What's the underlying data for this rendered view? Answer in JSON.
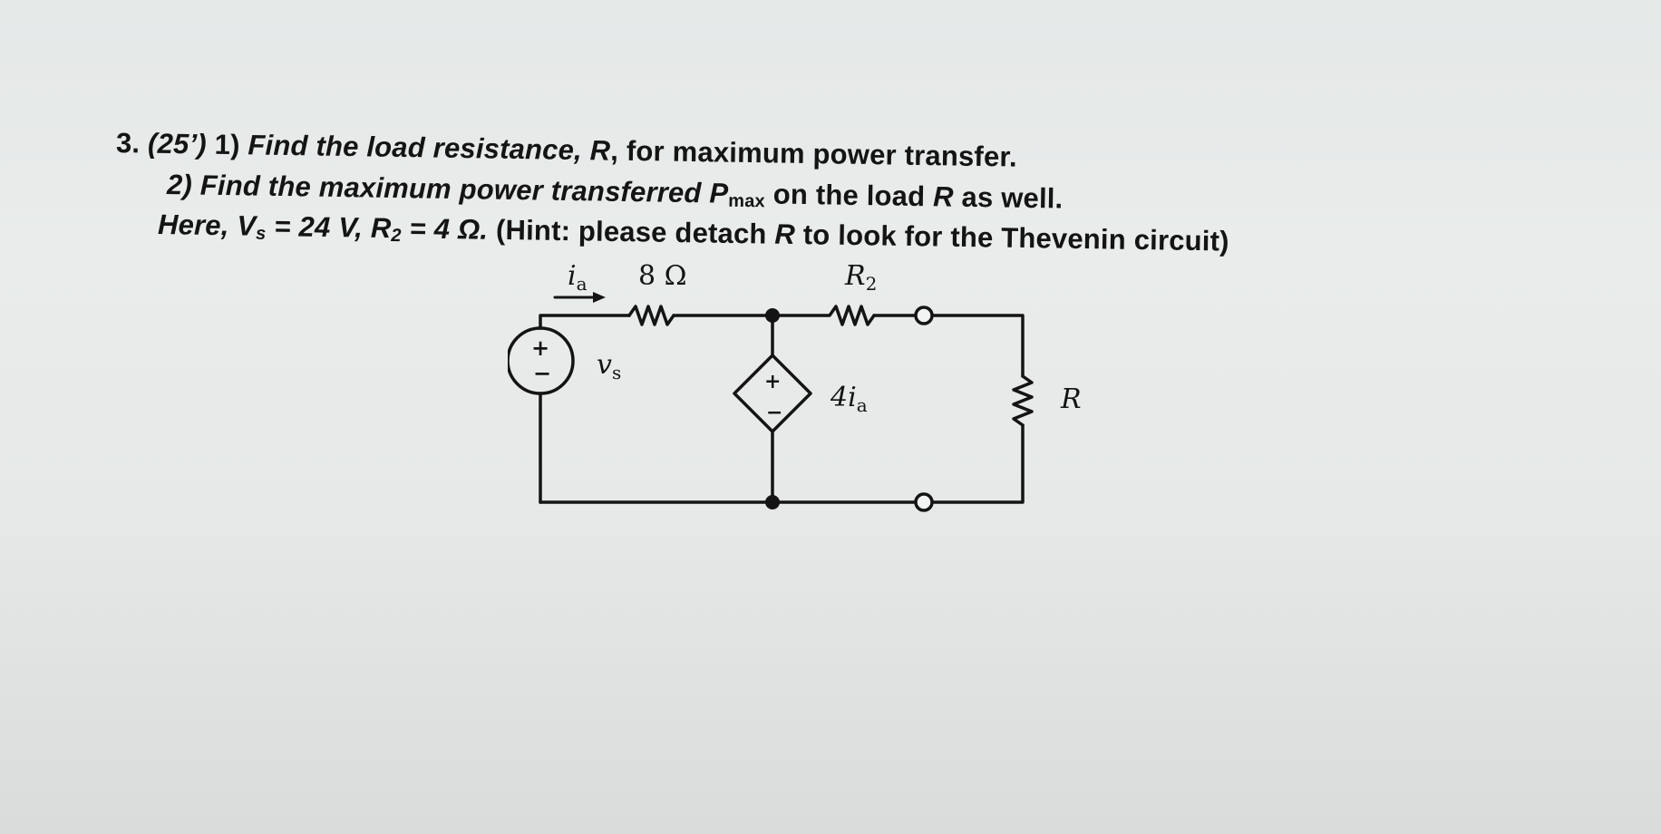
{
  "problem": {
    "number": "3.",
    "points": "(25’)",
    "part1": {
      "label": "1)",
      "text_a": "Find the load resistance,",
      "var": "R",
      "text_b": ", for maximum power transfer."
    },
    "part2": {
      "label": "2)",
      "text_a": "Find the maximum power transferred",
      "var": "P",
      "var_sub": "max",
      "text_b": "on the load",
      "var2": "R",
      "text_c": "as well."
    },
    "given": {
      "lead": "Here,",
      "vs_var": "V",
      "vs_sub": "s",
      "vs_value": "= 24 V,",
      "r2_var": "R",
      "r2_sub": "2",
      "r2_value": "= 4 Ω.",
      "hint_a": "(Hint: please detach",
      "hint_var": "R",
      "hint_b": "to look for the Thevenin circuit)"
    }
  },
  "circuit": {
    "current_label": "i",
    "current_sub": "a",
    "resistor1_label": "8 Ω",
    "resistor2_label": "R",
    "resistor2_sub": "2",
    "source_label": "v",
    "source_sub": "s",
    "source_plus": "+",
    "source_minus": "−",
    "dep_source_label": "4i",
    "dep_source_sub": "a",
    "dep_plus": "+",
    "dep_minus": "−",
    "load_label": "R"
  }
}
